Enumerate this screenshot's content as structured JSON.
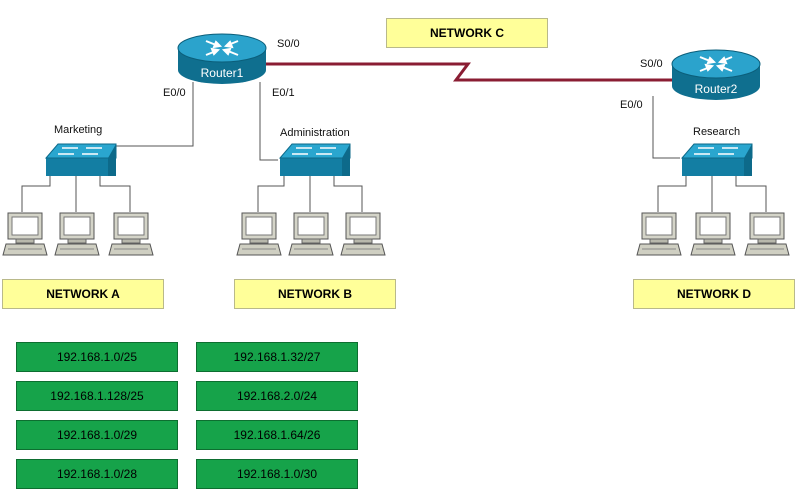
{
  "colors": {
    "router": "#1a8fb5",
    "switch": "#1f9fc6",
    "serial_link": "#8a1d33",
    "network_label_bg": "#ffff99",
    "subnet_bg": "#16a34a"
  },
  "routers": {
    "r1": {
      "name": "Router1"
    },
    "r2": {
      "name": "Router2"
    }
  },
  "interfaces": {
    "r1_s00": "S0/0",
    "r1_e00": "E0/0",
    "r1_e01": "E0/1",
    "r2_s00": "S0/0",
    "r2_e00": "E0/0"
  },
  "switches": {
    "marketing": "Marketing",
    "administration": "Administration",
    "research": "Research"
  },
  "networks": {
    "a": "NETWORK A",
    "b": "NETWORK B",
    "c": "NETWORK C",
    "d": "NETWORK D"
  },
  "subnets": [
    "192.168.1.0/25",
    "192.168.1.128/25",
    "192.168.1.0/29",
    "192.168.1.0/28",
    "192.168.1.32/27",
    "192.168.2.0/24",
    "192.168.1.64/26",
    "192.168.1.0/30"
  ]
}
